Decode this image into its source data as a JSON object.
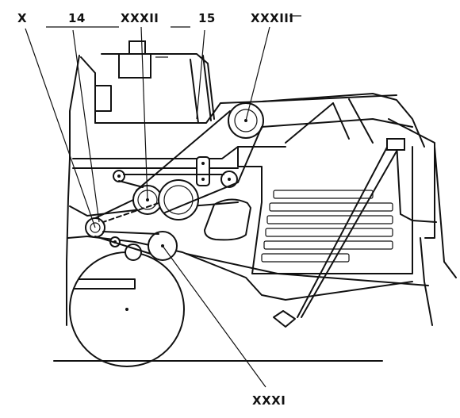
{
  "callouts": {
    "x": "X",
    "n14": "14",
    "xxxii": "XXXII",
    "n15": "15",
    "xxxiii": "XXXIII",
    "xxxi": "XXXI"
  }
}
